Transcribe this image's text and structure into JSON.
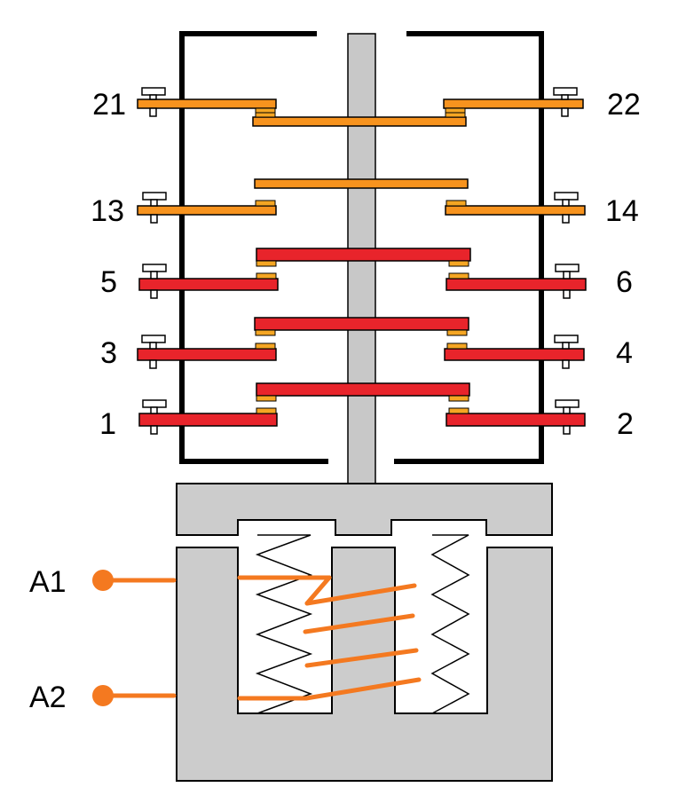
{
  "diagram": {
    "terminals_left": [
      "21",
      "13",
      "5",
      "3",
      "1"
    ],
    "terminals_right": [
      "22",
      "14",
      "6",
      "4",
      "2"
    ],
    "coil_terminals": [
      "A1",
      "A2"
    ]
  },
  "colors": {
    "auxiliary_contact": "#f7931e",
    "main_contact": "#e8242b",
    "contact_tip": "#f5a623",
    "frame": "#000000",
    "actuator": "#c8c8c8",
    "core": "#cccccc",
    "coil_wire": "#f47920",
    "spring": "#000000"
  }
}
